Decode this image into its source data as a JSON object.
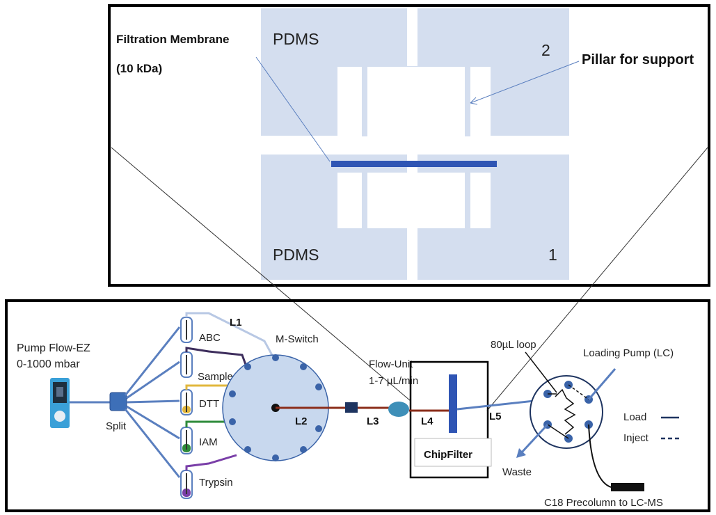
{
  "top_panel": {
    "membrane_label_1": "Filtration Membrane",
    "membrane_label_2": "(10 kDa)",
    "pdms_top": "PDMS",
    "pdms_bottom": "PDMS",
    "layer_2": "2",
    "layer_1": "1",
    "pillar_label": "Pillar for support"
  },
  "bottom_panel": {
    "pump_label_1": "Pump Flow-EZ",
    "pump_label_2": "0-1000 mbar",
    "split": "Split",
    "l1": "L1",
    "l2": "L2",
    "l3": "L3",
    "l4": "L4",
    "l5": "L5",
    "reagents": [
      "ABC",
      "Sample",
      "DTT",
      "IAM",
      "Trypsin"
    ],
    "mswitch": "M-Switch",
    "flow_unit_1": "Flow-Unit",
    "flow_unit_2": "1-7 µL/min",
    "chipfilter": "ChipFilter",
    "loop": "80µL loop",
    "loading_pump": "Loading Pump (LC)",
    "load": "Load",
    "inject": "Inject",
    "waste": "Waste",
    "precolumn": "C18 Precolumn to LC-MS"
  },
  "colors": {
    "pdms": "#d4deef",
    "membrane": "#2f55b4",
    "tube": "#5a7fbf",
    "switch_fill": "#c8d8ee",
    "port": "#3a63a8",
    "line_l2": "#8b2d1a",
    "tube_abc": "#b8c8e4",
    "tube_sample": "#3d2d5c",
    "tube_dtt": "#e2b73d",
    "tube_iam": "#2e8b3a",
    "tube_trypsin": "#7a3fa8"
  }
}
